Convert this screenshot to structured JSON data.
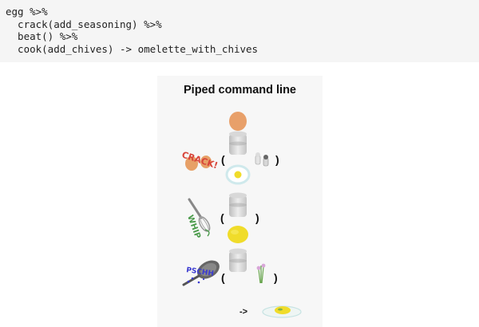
{
  "code": {
    "lines": [
      "egg %>%",
      "  crack(add_seasoning) %>%",
      "  beat() %>%",
      "  cook(add_chives) -> omelette_with_chives"
    ]
  },
  "illustration": {
    "title": "Piped command line",
    "steps": [
      {
        "action_word": "CRACK!",
        "argument_icon": "salt-and-pepper-icon",
        "result_icon": "cracked-egg-icon"
      },
      {
        "action_word": "WHIP",
        "argument_icon": "empty-argument",
        "result_icon": "beaten-egg-icon"
      },
      {
        "action_word": "PSCHH",
        "argument_icon": "chives-icon",
        "result_icon": "omelette-icon"
      }
    ],
    "open_paren": "(",
    "close_paren": ")",
    "assign_arrow": "->"
  },
  "colors": {
    "code_background": "#f5f5f5",
    "illustration_background": "#f7f7f7",
    "egg": "#e8a06a",
    "yolk": "#f0dc2a",
    "crack_text": "#d8443a",
    "whip_text": "#4a9a4a",
    "pschh_text": "#3a3ad0"
  }
}
